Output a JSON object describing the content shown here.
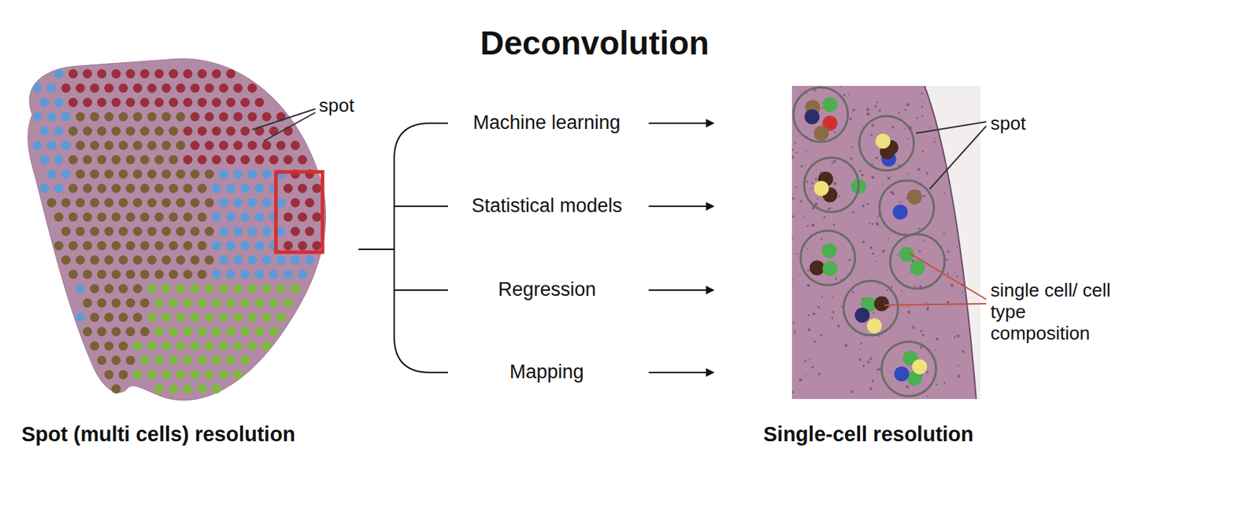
{
  "diagram": {
    "title": "Deconvolution",
    "labels": [
      "spot",
      "Machine learning",
      "Statistical models",
      "Regression",
      "Mapping",
      "spot",
      "single cell/ cell type composition",
      "Spot (multi cells) resolution",
      "Single-cell resolution"
    ]
  }
}
